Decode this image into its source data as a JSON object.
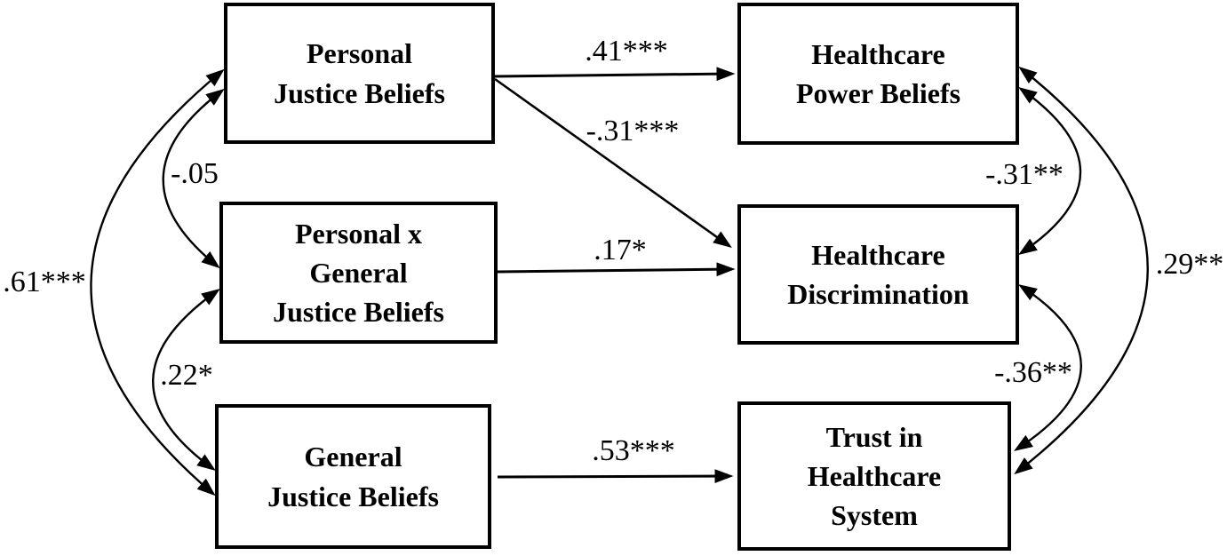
{
  "diagram": {
    "type": "path-model",
    "boxes": [
      {
        "id": "personal-justice-beliefs",
        "label": "Personal\nJustice Beliefs"
      },
      {
        "id": "personal-x-general-justice-beliefs",
        "label": "Personal x\nGeneral\nJustice Beliefs"
      },
      {
        "id": "general-justice-beliefs",
        "label": "General\nJustice Beliefs"
      },
      {
        "id": "healthcare-power-beliefs",
        "label": "Healthcare\nPower Beliefs"
      },
      {
        "id": "healthcare-discrimination",
        "label": "Healthcare\nDiscrimination"
      },
      {
        "id": "trust-in-healthcare-system",
        "label": "Trust in\nHealthcare\nSystem"
      }
    ],
    "paths": [
      {
        "from": "personal-justice-beliefs",
        "to": "healthcare-power-beliefs",
        "coefficient": ".41***"
      },
      {
        "from": "personal-justice-beliefs",
        "to": "healthcare-discrimination",
        "coefficient": "-.31***"
      },
      {
        "from": "personal-x-general-justice-beliefs",
        "to": "healthcare-discrimination",
        "coefficient": ".17*"
      },
      {
        "from": "general-justice-beliefs",
        "to": "trust-in-healthcare-system",
        "coefficient": ".53***"
      }
    ],
    "correlations": [
      {
        "between": [
          "personal-justice-beliefs",
          "personal-x-general-justice-beliefs"
        ],
        "coefficient": "-.05"
      },
      {
        "between": [
          "personal-x-general-justice-beliefs",
          "general-justice-beliefs"
        ],
        "coefficient": ".22*"
      },
      {
        "between": [
          "personal-justice-beliefs",
          "general-justice-beliefs"
        ],
        "coefficient": ".61***"
      },
      {
        "between": [
          "healthcare-power-beliefs",
          "healthcare-discrimination"
        ],
        "coefficient": "-.31**"
      },
      {
        "between": [
          "healthcare-discrimination",
          "trust-in-healthcare-system"
        ],
        "coefficient": "-.36**"
      },
      {
        "between": [
          "healthcare-power-beliefs",
          "trust-in-healthcare-system"
        ],
        "coefficient": ".29**"
      }
    ],
    "colors": {
      "background": "#ffffff",
      "line": "#000000",
      "box_border": "#000000",
      "text": "#000000"
    }
  }
}
